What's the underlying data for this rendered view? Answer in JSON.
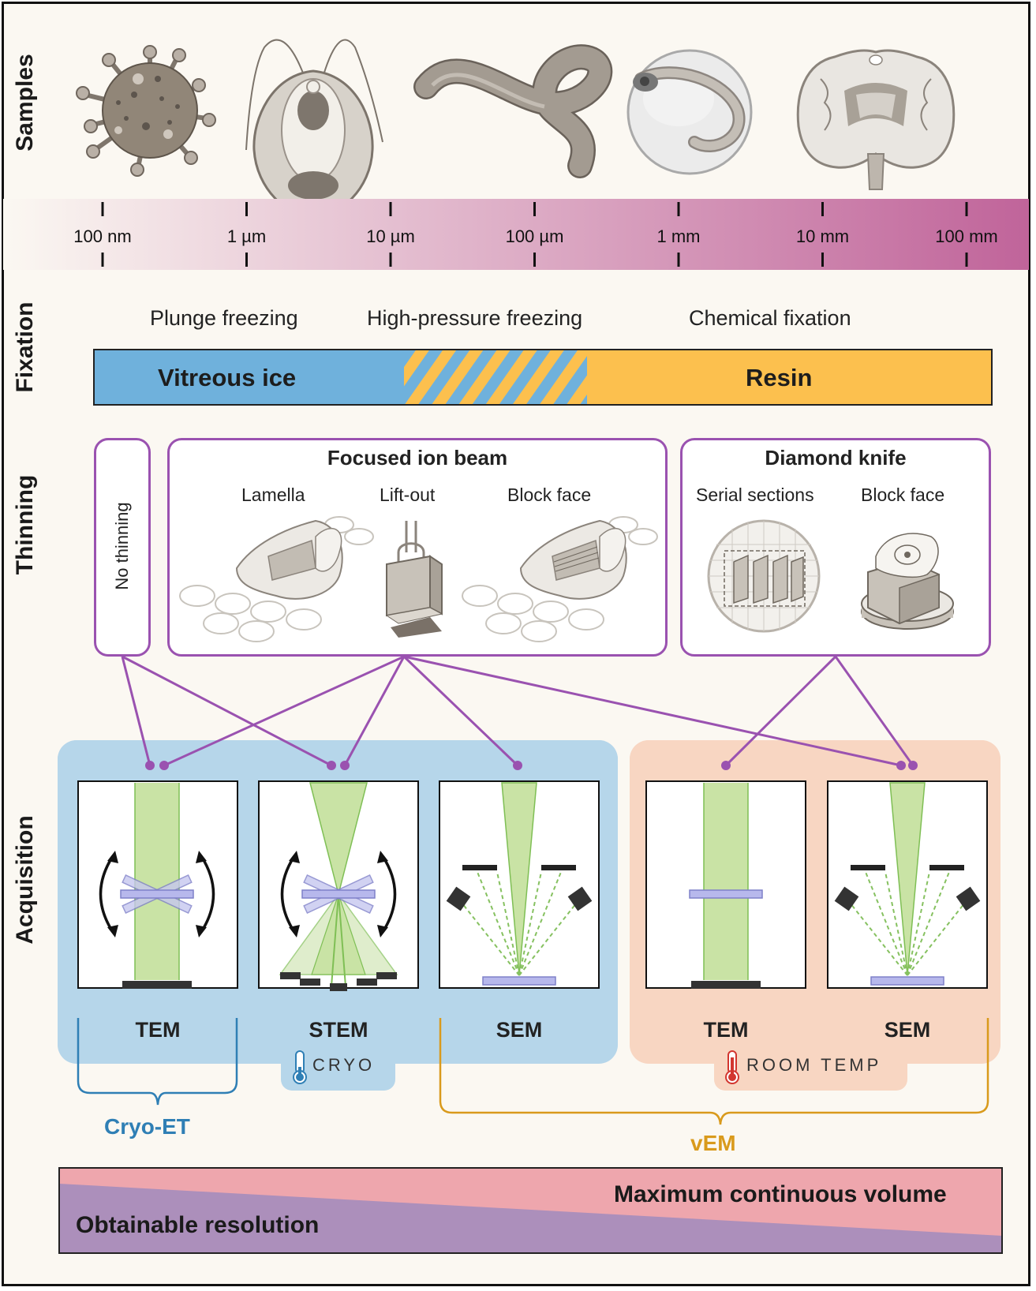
{
  "sections": {
    "samples": "Samples",
    "fixation": "Fixation",
    "thinning": "Thinning",
    "acquisition": "Acquisition"
  },
  "scale": {
    "ticks": [
      "100 nm",
      "1 µm",
      "10 µm",
      "100 µm",
      "1 mm",
      "10 mm",
      "100 mm"
    ]
  },
  "samples": [
    "virus",
    "cell",
    "worm",
    "zebrafish-embryo",
    "brain"
  ],
  "fixation": {
    "methods": {
      "plunge": "Plunge freezing",
      "hpf": "High-pressure freezing",
      "chemical": "Chemical fixation"
    },
    "bar": {
      "left": "Vitreous ice",
      "right": "Resin"
    },
    "colors": {
      "ice": "#6fb1dc",
      "resin": "#fcc04e"
    }
  },
  "thinning": {
    "none": "No thinning",
    "fib": {
      "title": "Focused ion beam",
      "items": [
        "Lamella",
        "Lift-out",
        "Block face"
      ]
    },
    "knife": {
      "title": "Diamond knife",
      "items": [
        "Serial sections",
        "Block face"
      ]
    },
    "border_color": "#9a52b0"
  },
  "acquisition": {
    "cryo_panels": [
      "TEM",
      "STEM",
      "SEM"
    ],
    "room_panels": [
      "TEM",
      "SEM"
    ],
    "cryo_badge": "CRYO",
    "room_badge": "ROOM TEMP",
    "brace_cryo_et": "Cryo-ET",
    "brace_vem": "vEM",
    "colors": {
      "cryo": "#b6d6ea",
      "room": "#f8d6c2",
      "beam": "#c9e3a5",
      "detector": "#333333"
    }
  },
  "tradeoff": {
    "top": "Maximum continuous volume",
    "bottom": "Obtainable resolution",
    "colors": {
      "volume": "#eea6ad",
      "resolution": "#ac8fbb"
    }
  }
}
